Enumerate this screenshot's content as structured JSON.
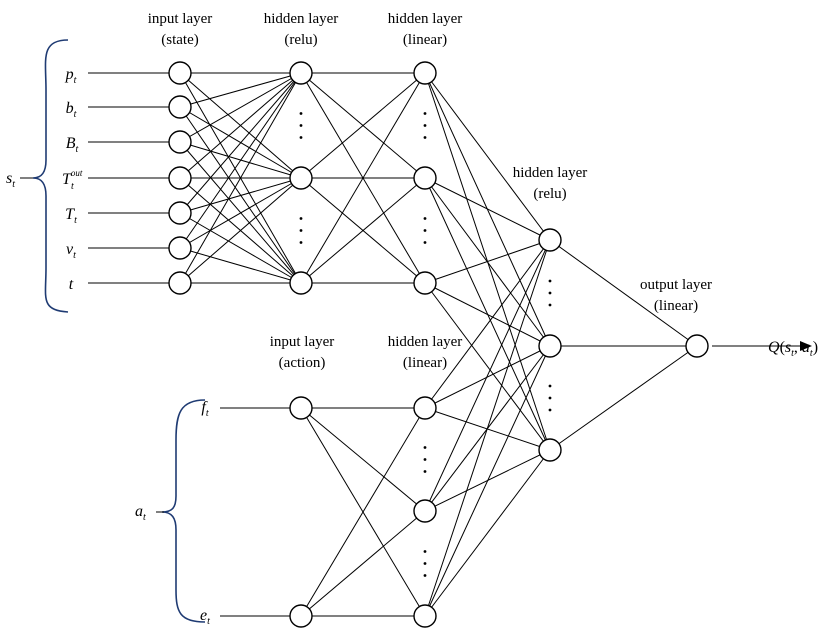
{
  "colors": {
    "line": "#000000",
    "brace": "#1f3b73",
    "node_fill": "#ffffff"
  },
  "layers": {
    "input_state": {
      "line1": "input layer",
      "line2": "(state)"
    },
    "hidden1": {
      "line1": "hidden layer",
      "line2": "(relu)"
    },
    "hidden2": {
      "line1": "hidden layer",
      "line2": "(linear)"
    },
    "hidden_merge": {
      "line1": "hidden layer",
      "line2": "(relu)"
    },
    "output": {
      "line1": "output layer",
      "line2": "(linear)"
    },
    "input_action": {
      "line1": "input layer",
      "line2": "(action)"
    },
    "hidden_action": {
      "line1": "hidden layer",
      "line2": "(linear)"
    }
  },
  "state_group": {
    "symbol": "s",
    "symbol_sub": "t",
    "inputs": [
      {
        "base": "p",
        "sub": "t",
        "sup": ""
      },
      {
        "base": "b",
        "sub": "t",
        "sup": ""
      },
      {
        "base": "B",
        "sub": "t",
        "sup": ""
      },
      {
        "base": "T",
        "sub": "t",
        "sup": "out"
      },
      {
        "base": "T",
        "sub": "t",
        "sup": ""
      },
      {
        "base": "v",
        "sub": "t",
        "sup": ""
      },
      {
        "base": "t",
        "sub": "",
        "sup": ""
      }
    ]
  },
  "action_group": {
    "symbol": "a",
    "symbol_sub": "t",
    "inputs": [
      {
        "base": "f",
        "sub": "t",
        "sup": ""
      },
      {
        "base": "e",
        "sub": "t",
        "sup": ""
      }
    ]
  },
  "output_label": {
    "func": "Q",
    "open": "(",
    "a1": "s",
    "a1_sub": "t",
    "comma": ", ",
    "a2": "a",
    "a2_sub": "t",
    "close": ")"
  }
}
